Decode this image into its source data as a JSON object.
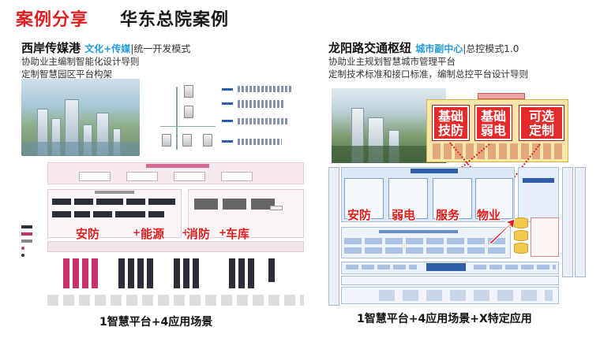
{
  "header": {
    "title_red": "案例分享",
    "title_black": "华东总院案例"
  },
  "left": {
    "project_name": "西岸传媒港",
    "tag": "文化+传媒",
    "tag_rest": "|统一开发模式",
    "desc_lines": [
      "协助业主编制智能化设计导则",
      "定制智慧园区平台构架"
    ],
    "overlay_labels": [
      "安防",
      "能源",
      "消防",
      "车库"
    ],
    "caption": "1智慧平台+4应用场景"
  },
  "right": {
    "project_name": "龙阳路交通枢纽",
    "tag": "城市副中心",
    "tag_rest": "|总控模式1.0",
    "desc_lines": [
      "协助业主规划智慧城市管理平台",
      "定制技术标准和接口标准，编制总控平台设计导则"
    ],
    "top_boxes": [
      "基础\n技防",
      "基础\n弱电",
      "可选\n定制"
    ],
    "overlay_labels": [
      "安防",
      "弱电",
      "服务",
      "物业"
    ],
    "caption": "1智慧平台+4应用场景+X特定应用"
  },
  "colors": {
    "accent_red": "#e02020",
    "tag_blue": "#1e9be0"
  }
}
